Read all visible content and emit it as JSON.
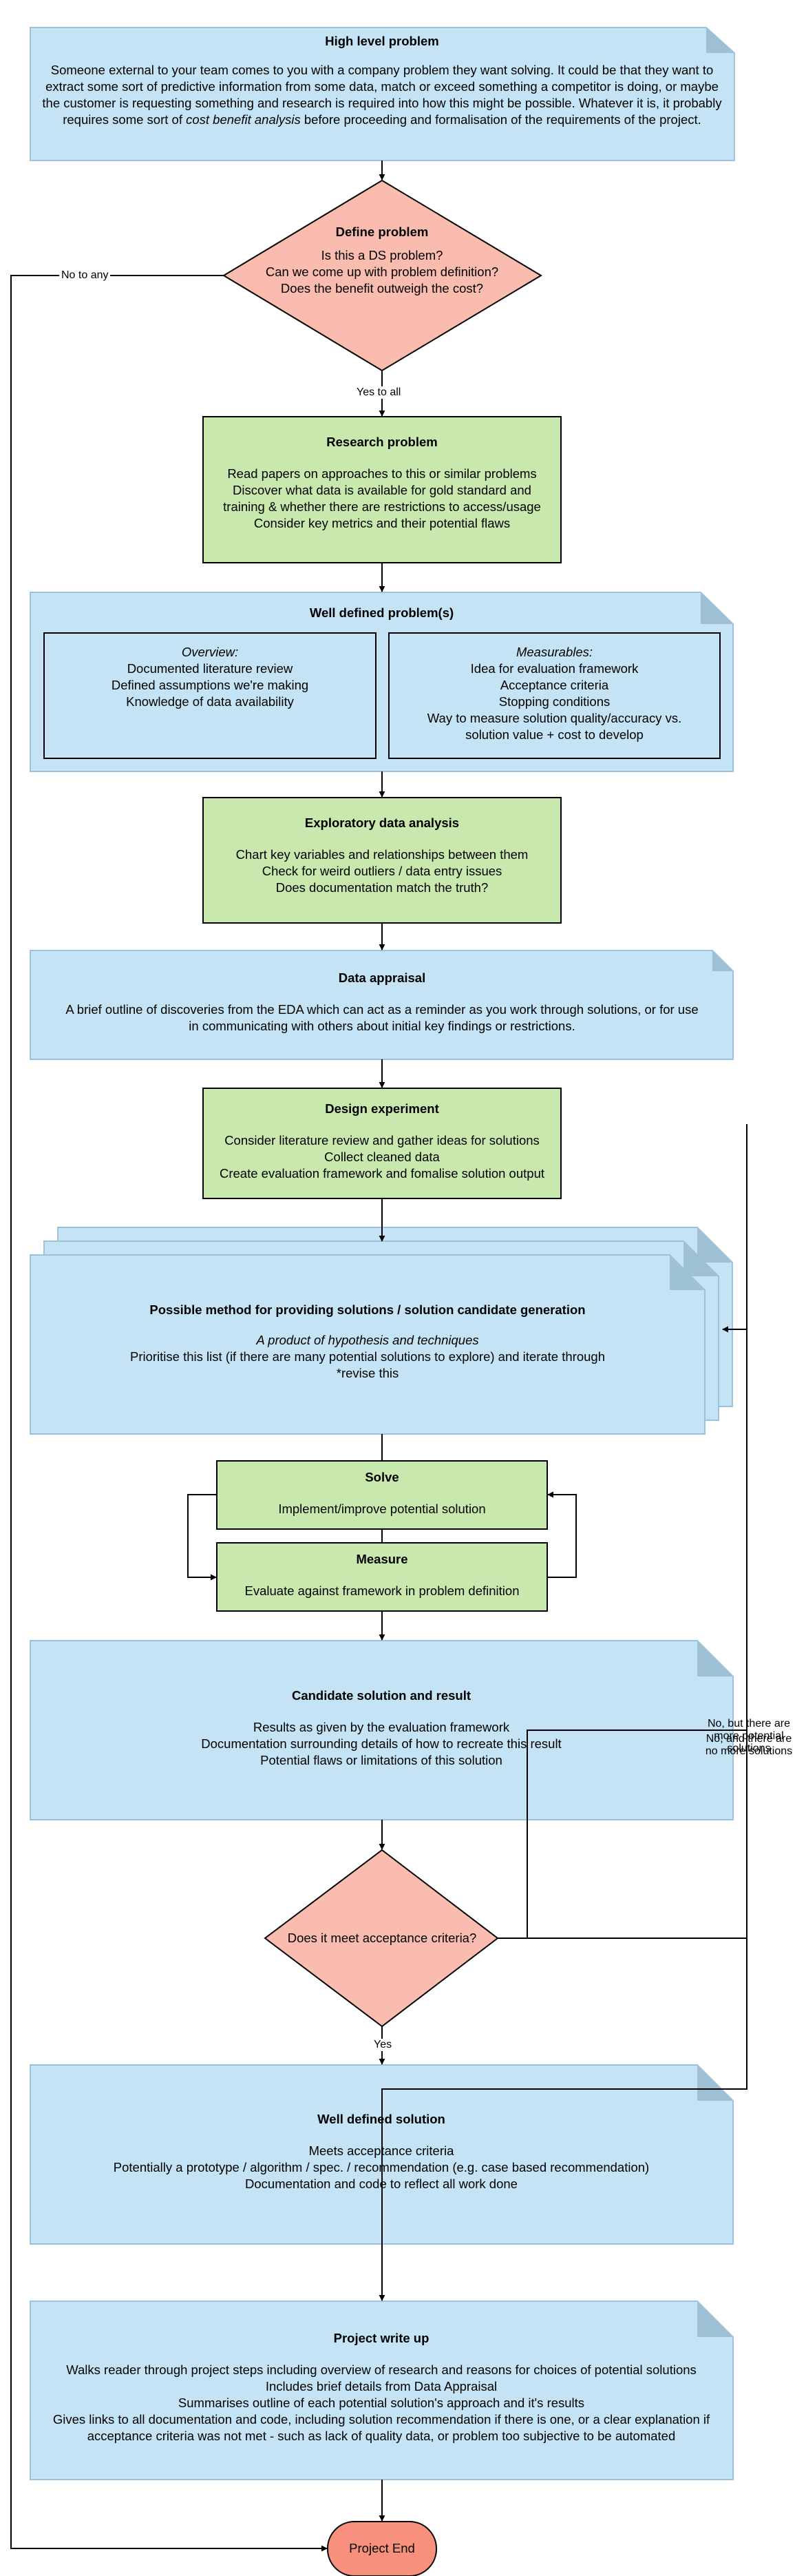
{
  "nodes": {
    "high_level": {
      "title": "High level problem",
      "body": "Someone external to your team comes to you with a company problem they want solving. It could be that they want to extract some sort of predictive information from some data, match or exceed something a competitor is doing, or maybe the customer is requesting something and research is required into how this might be possible. Whatever it is, it probably requires some sort of",
      "body_emph": "cost benefit analysis",
      "body_end": "before proceeding and formalisation of the requirements of the project."
    },
    "define": {
      "title": "Define problem",
      "lines": [
        "Is this a DS problem?",
        "Can we come up with problem definition?",
        "Does the benefit outweigh the cost?"
      ]
    },
    "research": {
      "title": "Research problem",
      "lines": [
        "Read papers on approaches to this or similar problems",
        "Discover what data is available for gold standard and",
        "training & whether there are restrictions to access/usage",
        "Consider key metrics and their potential flaws"
      ]
    },
    "well_defined_problem": {
      "title": "Well defined problem(s)",
      "overview": {
        "heading": "Overview:",
        "lines": [
          "Documented literature review",
          "Defined assumptions we're making",
          "Knowledge of data availability"
        ]
      },
      "measurables": {
        "heading": "Measurables:",
        "lines": [
          "Idea for evaluation framework",
          "Acceptance criteria",
          "Stopping conditions",
          "Way to measure solution quality/accuracy vs.",
          "solution value + cost to develop"
        ]
      }
    },
    "eda": {
      "title": "Exploratory data analysis",
      "lines": [
        "Chart key variables and relationships between them",
        "Check for weird outliers / data entry issues",
        "Does documentation match the truth?"
      ]
    },
    "data_appraisal": {
      "title": "Data appraisal",
      "lines": [
        "A brief outline of discoveries from the EDA which can act as a reminder as you work through solutions, or for use",
        "in communicating with others about initial key findings or restrictions."
      ]
    },
    "design": {
      "title": "Design experiment",
      "lines": [
        "Consider literature review and gather ideas for solutions",
        "Collect cleaned data",
        "Create evaluation framework and fomalise solution output"
      ]
    },
    "possible_methods": {
      "title": "Possible method for providing solutions / solution candidate generation",
      "subtitle": "A product of hypothesis and techniques",
      "lines": [
        "Prioritise this list (if there are many potential solutions to explore) and iterate through",
        "*revise this"
      ]
    },
    "solve": {
      "title": "Solve",
      "body": "Implement/improve potential solution"
    },
    "measure": {
      "title": "Measure",
      "body": "Evaluate against framework in problem definition"
    },
    "candidate": {
      "title": "Candidate solution and result",
      "lines": [
        "Results as given by the evaluation framework",
        "Documentation surrounding details of how to recreate this result",
        "Potential flaws or limitations of this solution"
      ]
    },
    "acceptance": {
      "label": "Does it meet acceptance criteria?"
    },
    "well_defined_solution": {
      "title": "Well defined solution",
      "lines": [
        "Meets acceptance criteria",
        "Potentially a prototype / algorithm / spec. / recommendation (e.g. case based recommendation)",
        "Documentation and code to reflect all work done"
      ]
    },
    "write_up": {
      "title": "Project write up",
      "lines": [
        "Walks reader through project steps including overview of research and reasons for choices of potential solutions",
        "Includes brief details from Data Appraisal",
        "Summarises outline of each potential solution's approach and it's results",
        "Gives links to all documentation and code, including solution recommendation if there is one, or a clear explanation if",
        "acceptance criteria was not met - such as lack of quality data, or problem too subjective to be automated"
      ]
    },
    "end": {
      "label": "Project End"
    }
  },
  "edge_labels": {
    "no_to_any": "No to any",
    "yes_to_all": "Yes to all",
    "yes": "Yes",
    "no_more_solutions": "No, but there are more potential solutions",
    "no_more_solutions_overlap": "No, and there are no more solutions"
  },
  "colors": {
    "blue_fill": "#c4e4f5",
    "blue_stroke": "#9dc3da",
    "blue_fold": "#9ec0d4",
    "green_fill": "#c9e8ae",
    "pink_fill": "#f9bcaf",
    "end_fill": "#f7907d"
  }
}
